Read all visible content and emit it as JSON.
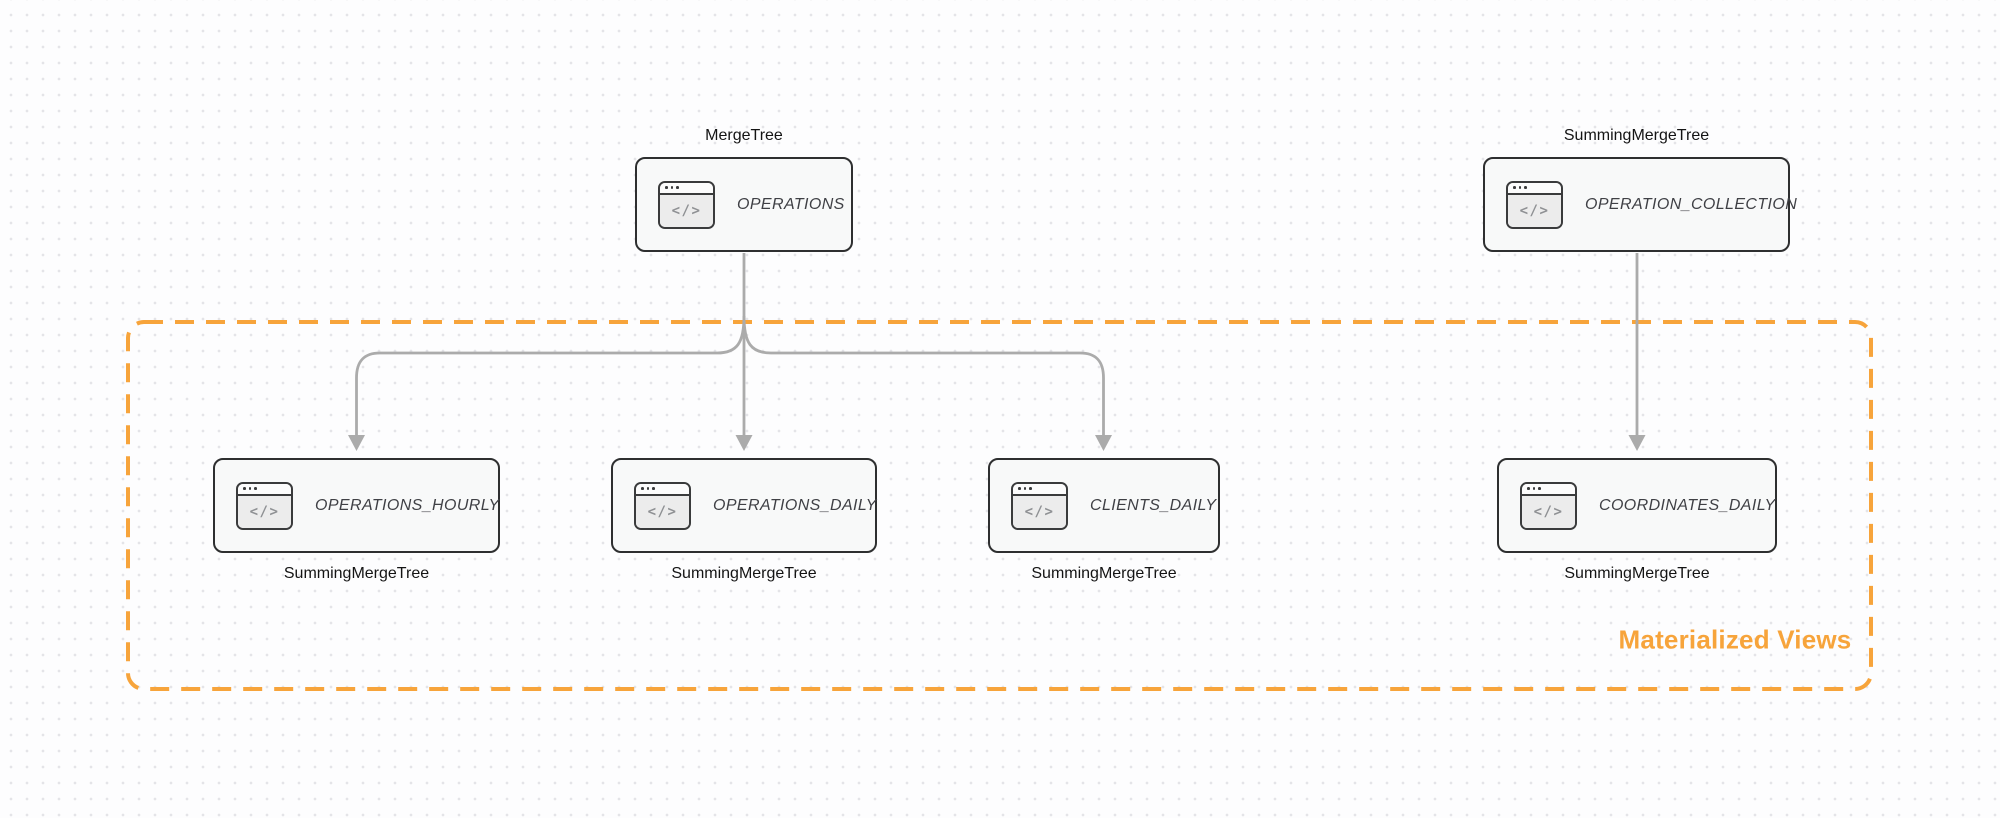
{
  "region": {
    "label": "Materialized Views"
  },
  "nodes": {
    "operations": {
      "label": "OPERATIONS",
      "engine": "MergeTree"
    },
    "operation_collection": {
      "label": "OPERATION_COLLECTION",
      "engine": "SummingMergeTree"
    },
    "operations_hourly": {
      "label": "OPERATIONS_HOURLY",
      "engine": "SummingMergeTree"
    },
    "operations_daily": {
      "label": "OPERATIONS_DAILY",
      "engine": "SummingMergeTree"
    },
    "clients_daily": {
      "label": "CLIENTS_DAILY",
      "engine": "SummingMergeTree"
    },
    "coordinates_daily": {
      "label": "COORDINATES_DAILY",
      "engine": "SummingMergeTree"
    }
  },
  "edges": [
    {
      "from": "OPERATIONS",
      "to": "OPERATIONS_HOURLY"
    },
    {
      "from": "OPERATIONS",
      "to": "OPERATIONS_DAILY"
    },
    {
      "from": "OPERATIONS",
      "to": "CLIENTS_DAILY"
    },
    {
      "from": "OPERATION_COLLECTION",
      "to": "COORDINATES_DAILY"
    }
  ],
  "icons": {
    "code_glyph": "</>"
  },
  "colors": {
    "accent_orange": "#F7A43B",
    "node_border": "#2E2F30",
    "node_fill": "#F8F9F9",
    "node_text": "#3F4045",
    "engine_text": "#141414",
    "arrow_gray": "#ABABAB",
    "icon_glyph": "#8F9194",
    "dot_grid": "#E4E4E8"
  }
}
